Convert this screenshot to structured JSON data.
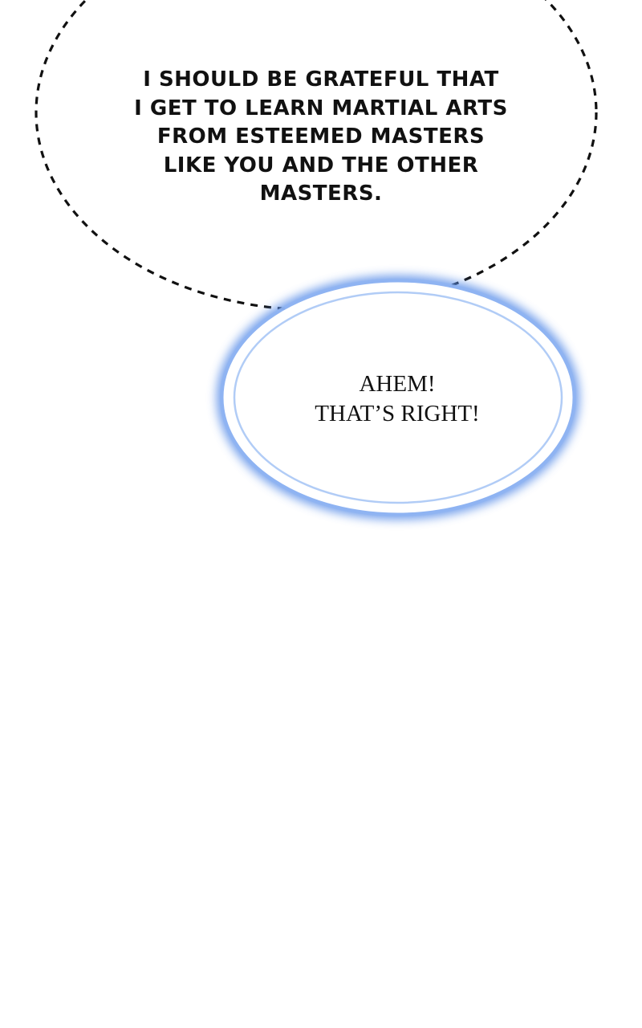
{
  "thought_bubble": {
    "lines": [
      "I SHOULD BE GRATEFUL THAT",
      "I GET TO LEARN MARTIAL ARTS",
      "FROM ESTEEMED MASTERS",
      "LIKE YOU AND THE OTHER",
      "MASTERS."
    ]
  },
  "speech_bubble": {
    "lines": [
      "AHEM!",
      "THAT’S RIGHT!"
    ],
    "glow_color": "#5b8fe8",
    "border_color": "#ffffff"
  },
  "colors": {
    "background": "#ffffff",
    "text": "#111111",
    "dashed_outline": "#111111"
  }
}
